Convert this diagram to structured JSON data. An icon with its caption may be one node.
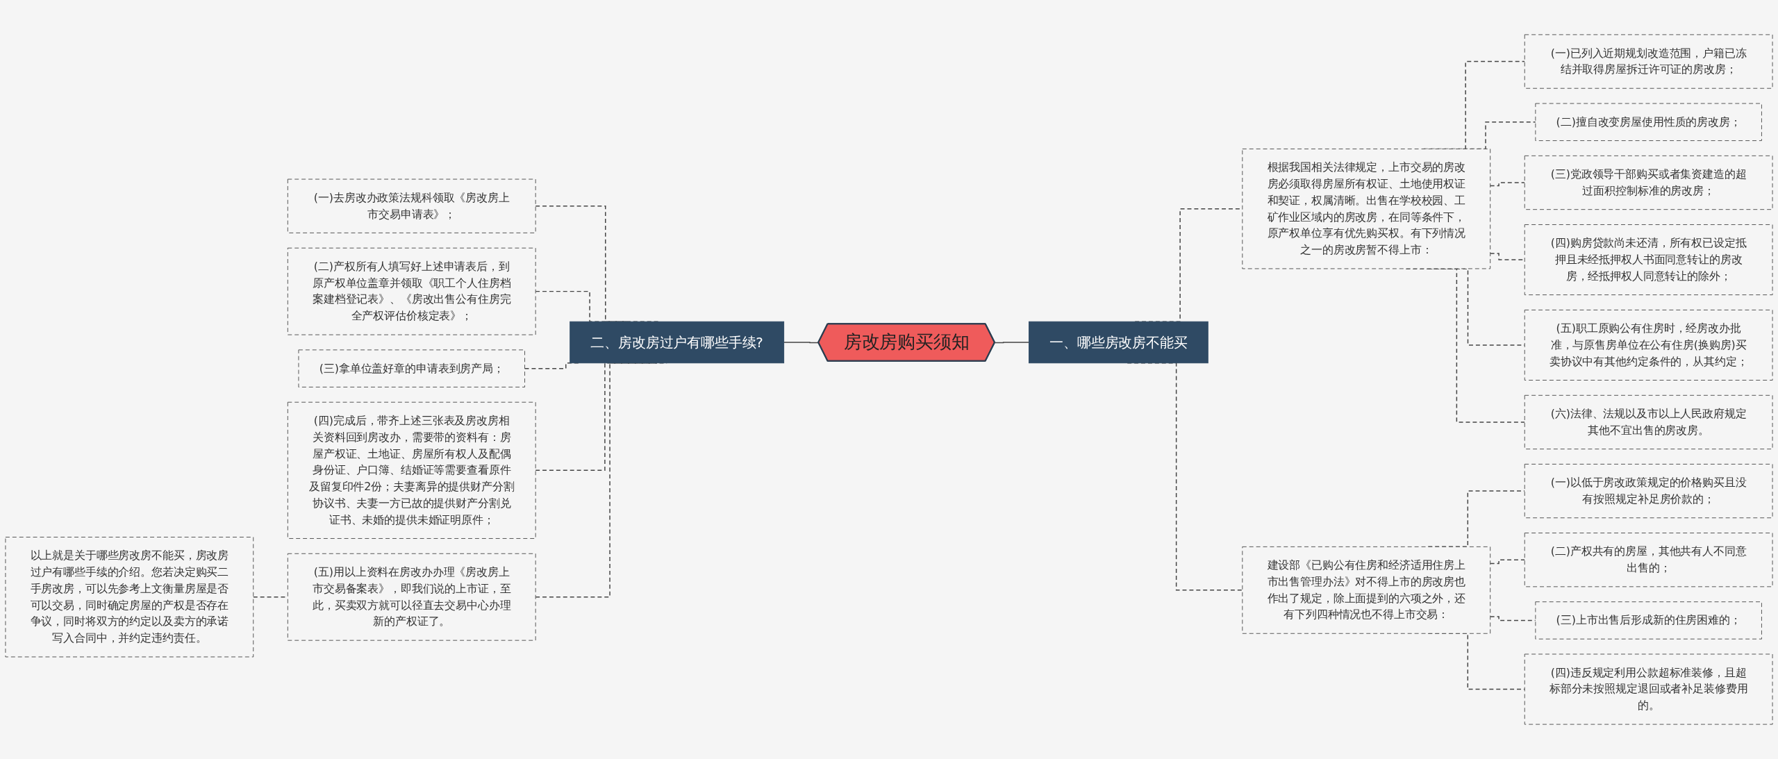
{
  "diagram": {
    "nodes": [
      {
        "text": [
          "房改房购买须知"
        ]
      },
      {
        "text": [
          "一、哪些房改房不能买"
        ]
      },
      {
        "text": [
          "根据我国相关法律规定，上市交易的房改房必须取得房屋所有权证、土地使用权证和契证，权属清晰。出售在学校校园、工矿作业区域内的房改房，在同等条件下，原产权单位享有优先购买权。有下列情况之一的房改房暂不得上市："
        ]
      },
      {
        "text": [
          "(一)已列入近期规划改造范围，户籍已冻结并取得房屋拆迁许可证的房改房；"
        ]
      },
      {
        "text": [
          "(二)擅自改变房屋使用性质的房改房；"
        ]
      },
      {
        "text": [
          "(三)党政领导干部购买或者集资建造的超过面积控制标准的房改房；"
        ]
      },
      {
        "text": [
          "(四)购房贷款尚未还清，所有权已设定抵押且未经抵押权人书面同意转让的房改房，经抵押权人同意转让的除外；"
        ]
      },
      {
        "text": [
          "(五)职工原购公有住房时，经房改办批准，与原售房单位在公有住房(换购房)买卖协议中有其他约定条件的，从其约定；"
        ]
      },
      {
        "text": [
          "(六)法律、法规以及市以上人民政府规定其他不宜出售的房改房。"
        ]
      },
      {
        "text": [
          "建设部《已购公有住房和经济适用住房上市出售管理办法》对不得上市的房改房也作出了规定，除上面提到的六项之外，还有下列四种情况也不得上市交易："
        ]
      },
      {
        "text": [
          "(一)以低于房改政策规定的价格购买且没有按照规定补足房价款的；"
        ]
      },
      {
        "text": [
          "(二)产权共有的房屋，其他共有人不同意出售的；"
        ]
      },
      {
        "text": [
          "(三)上市出售后形成新的住房困难的；"
        ]
      },
      {
        "text": [
          "(四)违反规定利用公款超标准装修，且超标部分未按照规定退回或者补足装修费用的。"
        ]
      },
      {
        "text": [
          "二、房改房过户有哪些手续?"
        ]
      },
      {
        "text": [
          "(一)去房改办政策法规科领取《房改房上市交易申请表》；"
        ]
      },
      {
        "text": [
          "(二)产权所有人填写好上述申请表后，到原产权单位盖章并领取《职工个人住房档案建档登记表》、《房改出售公有住房完全产权评估价核定表》；"
        ]
      },
      {
        "text": [
          "(三)拿单位盖好章的申请表到房产局；"
        ]
      },
      {
        "text": [
          "(四)完成后，带齐上述三张表及房改房相关资料回到房改办，需要带的资料有：房屋产权证、土地证、房屋所有权人及配偶身份证、户口簿、结婚证等需要查看原件及留复印件2份；夫妻离异的提供财产分割协议书、夫妻一方已故的提供财产分割兑证书、未婚的提供未婚证明原件；"
        ]
      },
      {
        "text": [
          "(五)用以上资料在房改办办理《房改房上市交易备案表》，即我们说的上市证，至此，买卖双方就可以径直去交易中心办理新的产权证了。"
        ]
      },
      {
        "text": [
          "以上就是关于哪些房改房不能买，房改房过户有哪些手续的介绍。您若决定购买二手房改房，可以先参考上文衡量房屋是否可以交易，同时确定房屋的产权是否存在争议，同时将双方的约定以及卖方的承诺写入合同中，并约定违约责任。"
        ]
      }
    ],
    "edges": [
      {
        "from": 0,
        "to": 1,
        "arrow": "none"
      },
      {
        "from": 1,
        "to": 2,
        "arrow": "none",
        "style": "dashed"
      },
      {
        "from": 2,
        "to": 3,
        "arrow": "none",
        "style": "dashed"
      },
      {
        "from": 2,
        "to": 4,
        "arrow": "none",
        "style": "dashed"
      },
      {
        "from": 2,
        "to": 5,
        "arrow": "none",
        "style": "dashed"
      },
      {
        "from": 2,
        "to": 6,
        "arrow": "none",
        "style": "dashed"
      },
      {
        "from": 2,
        "to": 7,
        "arrow": "none",
        "style": "dashed"
      },
      {
        "from": 2,
        "to": 8,
        "arrow": "none",
        "style": "dashed"
      },
      {
        "from": 1,
        "to": 9,
        "arrow": "none",
        "style": "dashed"
      },
      {
        "from": 9,
        "to": 10,
        "arrow": "none",
        "style": "dashed"
      },
      {
        "from": 9,
        "to": 11,
        "arrow": "none",
        "style": "dashed"
      },
      {
        "from": 9,
        "to": 12,
        "arrow": "none",
        "style": "dashed"
      },
      {
        "from": 9,
        "to": 13,
        "arrow": "none",
        "style": "dashed"
      },
      {
        "from": 0,
        "to": 14,
        "arrow": "none"
      },
      {
        "from": 14,
        "to": 15,
        "arrow": "none",
        "style": "dashed"
      },
      {
        "from": 14,
        "to": 16,
        "arrow": "none",
        "style": "dashed"
      },
      {
        "from": 14,
        "to": 17,
        "arrow": "none",
        "style": "dashed"
      },
      {
        "from": 14,
        "to": 18,
        "arrow": "none",
        "style": "dashed"
      },
      {
        "from": 14,
        "to": 19,
        "arrow": "none",
        "style": "dashed"
      },
      {
        "from": 19,
        "to": 20,
        "arrow": "none",
        "style": "dashed"
      }
    ]
  }
}
